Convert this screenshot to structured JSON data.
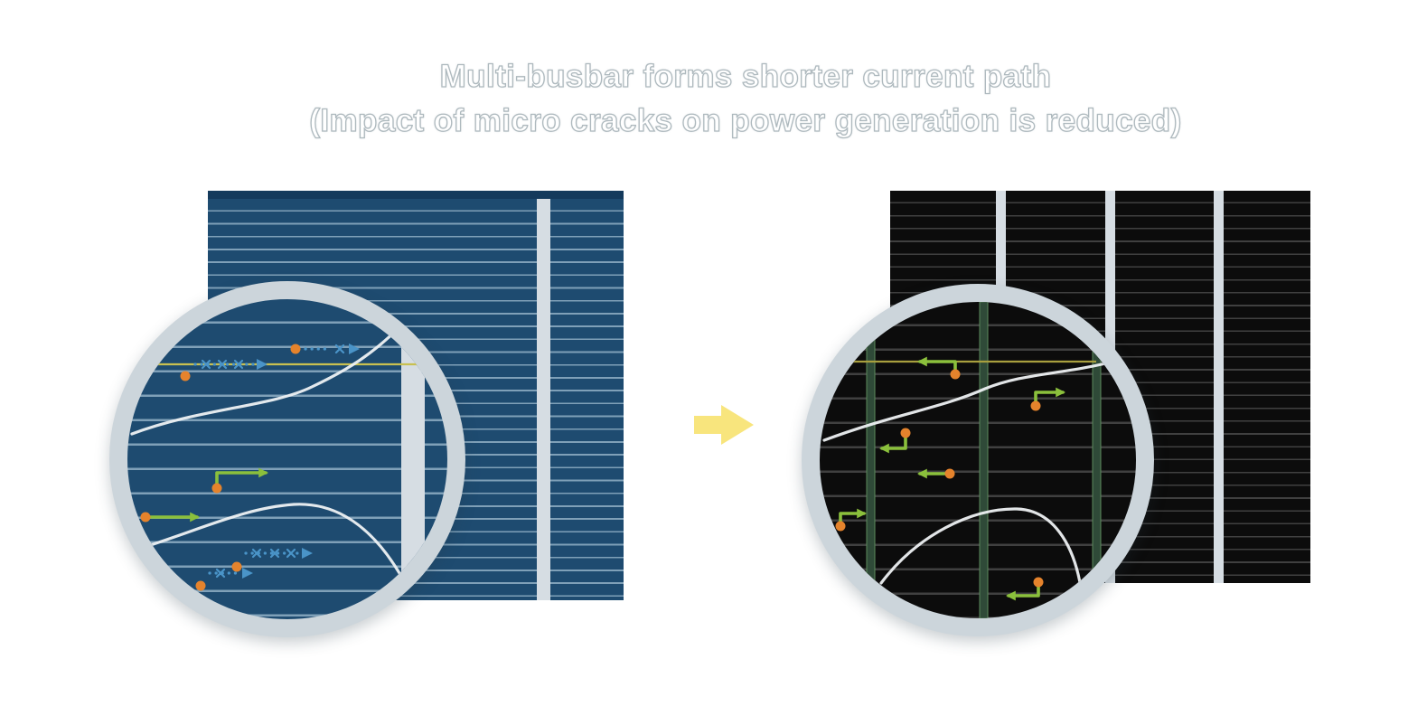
{
  "title": {
    "line1": "Multi-busbar forms shorter current path",
    "line2": "(Impact of micro cracks on power generation is reduced)"
  },
  "left_panel": {
    "busbar_count": 1,
    "style": "single-busbar blue cell with micro crack, long blocked current paths"
  },
  "right_panel": {
    "busbar_count": 3,
    "style": "multi-busbar black cell with micro crack, short current paths"
  },
  "arrow_icon": "arrow-right",
  "colors": {
    "bg": "#ffffff",
    "title_text": "#ffffff",
    "title_outline": "#aeb9be",
    "cell_left_bg": "#1e4b70",
    "cell_left_line": "#7fa0b8",
    "cell_left_top": "#143a5c",
    "busbar_light": "#d6dde3",
    "cell_right_bg": "#0c0c0c",
    "cell_right_line": "#404040",
    "ring": "#ccd5db",
    "arrow_yellow": "#f8e57d",
    "crack_white": "#eef1f3",
    "finger_yellow": "#c8c050",
    "finger_yellow_dark": "#a89f3e",
    "green": "#8bc03c",
    "blue_arrow": "#4a94c8",
    "dot_orange": "#e5832c",
    "mag_busbar": "#2f4a38",
    "mag_busbar_edge": "#5d8a5d"
  }
}
